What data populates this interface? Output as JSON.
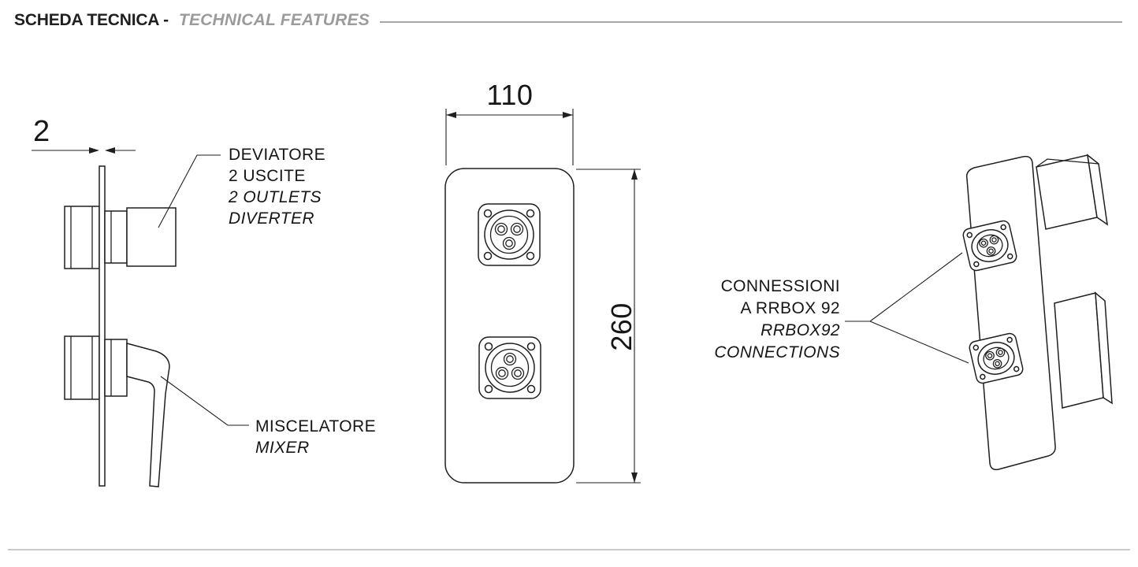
{
  "header": {
    "title_it": "SCHEDA TECNICA -",
    "title_en": "TECHNICAL FEATURES"
  },
  "dimensions": {
    "plate_thickness_mm": "2",
    "plate_width_mm": "110",
    "plate_height_mm": "260"
  },
  "annotations": {
    "diverter": {
      "lines": [
        "DEVIATORE",
        "2 USCITE",
        "2 OUTLETS",
        "DIVERTER"
      ]
    },
    "mixer": {
      "lines": [
        "MISCELATORE",
        "MIXER"
      ]
    },
    "connections": {
      "lines": [
        "CONNESSIONI",
        "A RRBOX 92",
        "RRBOX92",
        "CONNECTIONS"
      ]
    }
  },
  "colors": {
    "line": "#1f1f1f",
    "muted_title": "#9b9b9b",
    "header_rule": "#a6a6a6",
    "bottom_rule": "#c9c9c9"
  }
}
